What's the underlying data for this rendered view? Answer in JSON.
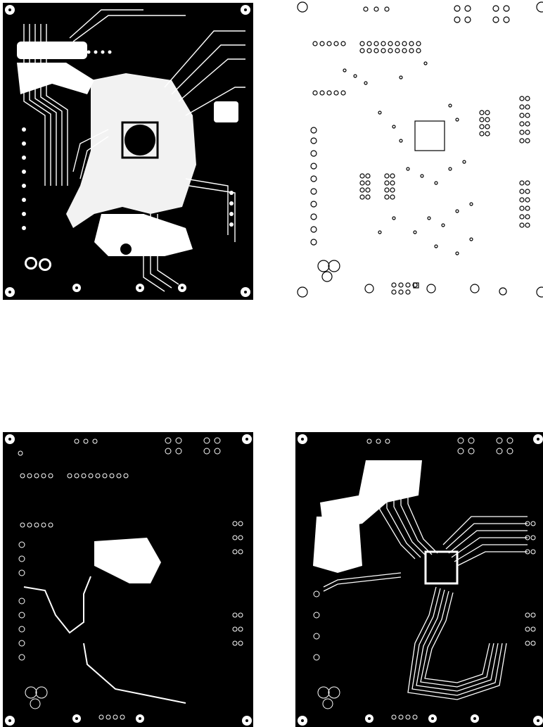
{
  "figure": {
    "panels": [
      {
        "id": "top-left",
        "style": "dark",
        "traces": "dense"
      },
      {
        "id": "top-right",
        "style": "light",
        "traces": "none"
      },
      {
        "id": "bottom-left",
        "style": "dark",
        "traces": "sparse"
      },
      {
        "id": "bottom-right",
        "style": "dark",
        "traces": "bus"
      }
    ],
    "colors": {
      "copper": "#000000",
      "substrate": "#ffffff"
    }
  }
}
